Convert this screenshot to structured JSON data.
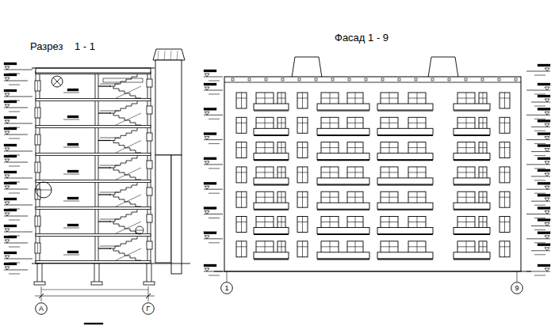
{
  "diagram": {
    "nodes": [
      {
        "text": [
          "А"
        ]
      },
      {
        "text": [
          "Г"
        ]
      },
      {
        "text": [
          "1"
        ]
      },
      {
        "text": [
          "9"
        ]
      }
    ],
    "labels": [
      "Разрез",
      "1 - 1",
      "Фасад 1 - 9"
    ]
  }
}
